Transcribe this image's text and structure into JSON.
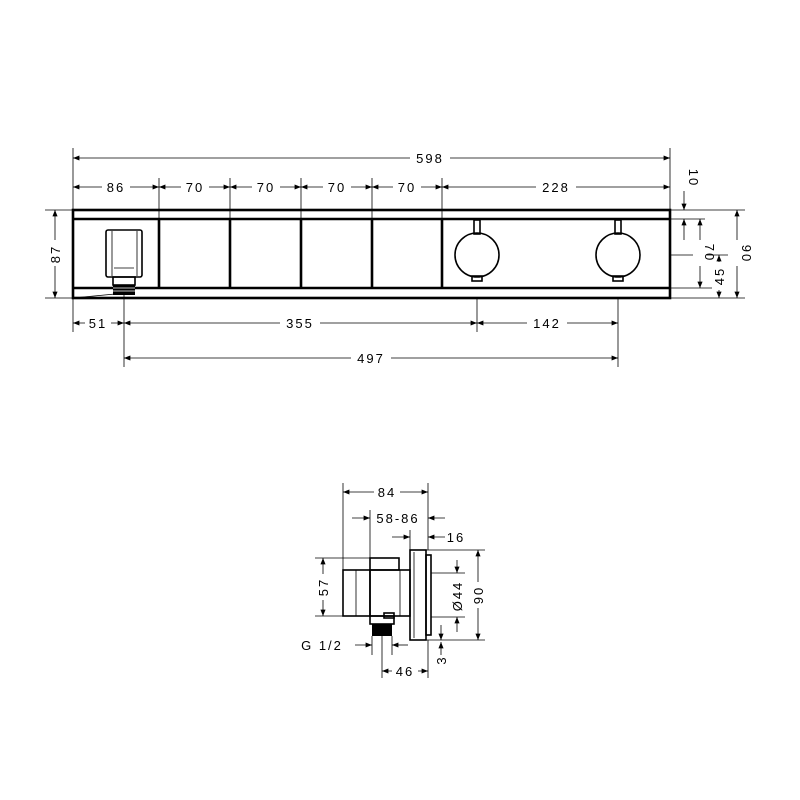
{
  "drawing": {
    "units": "mm",
    "front_view": {
      "overall_width": "598",
      "segments": [
        "86",
        "70",
        "70",
        "70",
        "70",
        "228"
      ],
      "height": "87",
      "top_strip": "10",
      "inner_height": "70",
      "center_height": "45",
      "total_height": "90",
      "outlet_offset": "51",
      "outlet_to_knob1": "355",
      "knob1_to_knob2": "142",
      "outlet_to_knob2": "497"
    },
    "side_view": {
      "depth_total": "84",
      "depth_range": "58-86",
      "plate_thickness": "16",
      "body_height": "57",
      "knob_diameter": "Ø44",
      "plate_height": "90",
      "bottom_gap": "3",
      "thread": "G 1/2",
      "outlet_depth": "46"
    }
  }
}
